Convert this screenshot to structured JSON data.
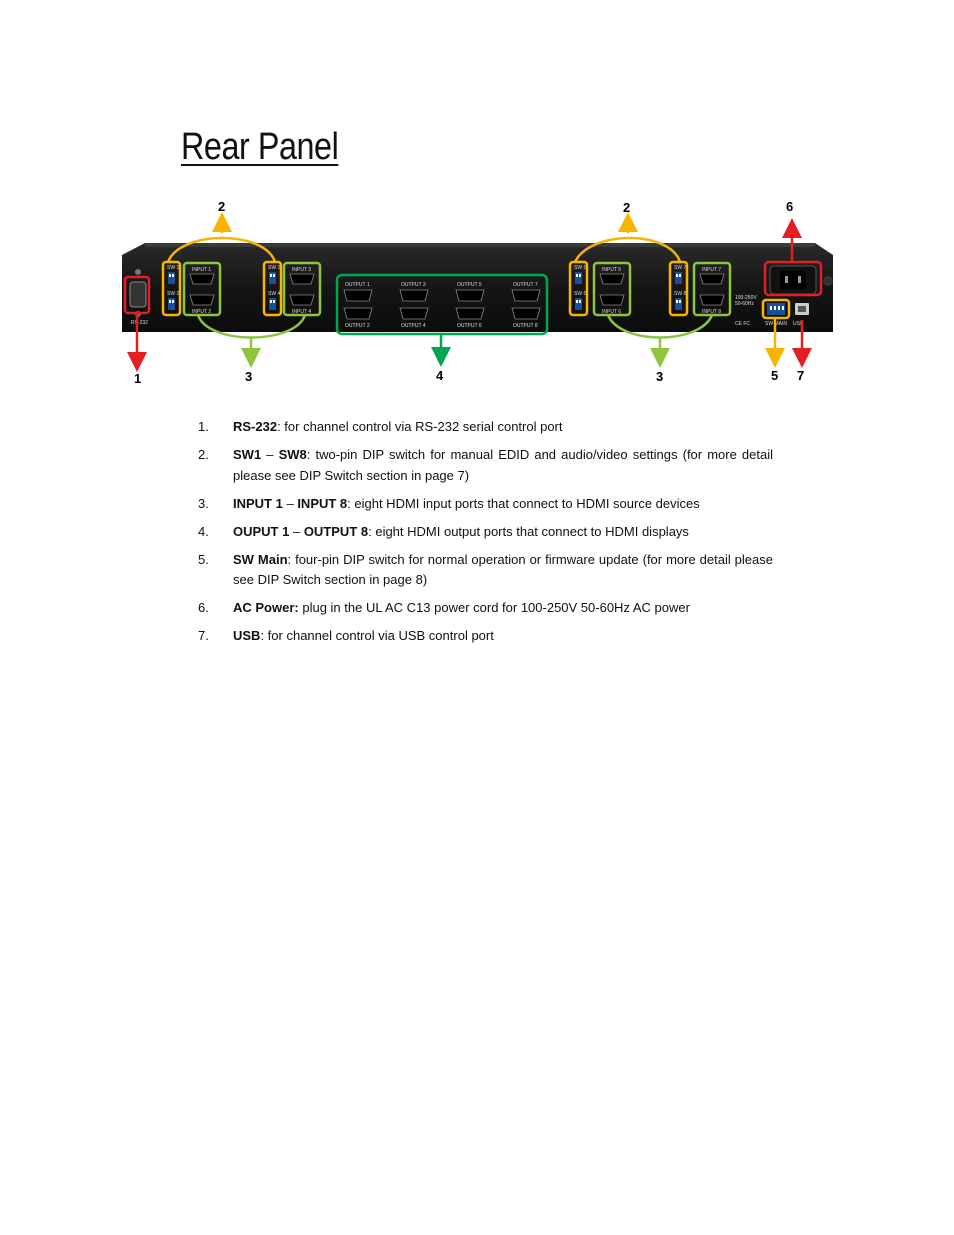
{
  "title": "Rear Panel",
  "figure": {
    "callouts": [
      "1",
      "2",
      "2",
      "3",
      "3",
      "4",
      "5",
      "6",
      "7"
    ],
    "panel_labels": {
      "rs232": "RS-232",
      "sw": [
        "SW 1",
        "SW 2",
        "SW 3",
        "SW 4",
        "SW 5",
        "SW 6",
        "SW 7",
        "SW 8"
      ],
      "inputs": [
        "INPUT 1",
        "INPUT 2",
        "INPUT 3",
        "INPUT 4",
        "INPUT 5",
        "INPUT 6",
        "INPUT 7",
        "INPUT 8"
      ],
      "outputs": [
        "OUTPUT 1",
        "OUTPUT 3",
        "OUTPUT 5",
        "OUTPUT 7",
        "OUTPUT 2",
        "OUTPUT 4",
        "OUTPUT 6",
        "OUTPUT 8"
      ],
      "voltage": "100-250V",
      "frequency": "50-60Hz",
      "sw_main": "SW MAIN",
      "usb": "USB"
    },
    "colors": {
      "red": "#e31e24",
      "orange": "#f7b500",
      "light_green": "#8cc63f",
      "green": "#00a651"
    }
  },
  "items": [
    {
      "num": "1.",
      "bold1": "RS-232",
      "sep": "",
      "bold2": "",
      "text": ": for channel control via RS-232 serial control port"
    },
    {
      "num": "2.",
      "bold1": "SW1",
      "sep": " – ",
      "bold2": "SW8",
      "text": ": two-pin DIP switch for manual EDID and audio/video settings (for more detail please see DIP Switch section in page 7)"
    },
    {
      "num": "3.",
      "bold1": "INPUT 1",
      "sep": " – ",
      "bold2": "INPUT 8",
      "text": ": eight HDMI input ports that connect to HDMI source devices"
    },
    {
      "num": "4.",
      "bold1": "OUPUT 1",
      "sep": " – ",
      "bold2": "OUTPUT 8",
      "text": ": eight HDMI output ports that connect to HDMI displays"
    },
    {
      "num": "5.",
      "bold1": "SW Main",
      "sep": "",
      "bold2": "",
      "text": ": four-pin DIP switch for normal operation or firmware update (for more detail please see DIP Switch section in page 8)"
    },
    {
      "num": "6.",
      "bold1": "AC Power:",
      "sep": "",
      "bold2": "",
      "text": " plug in the UL AC C13 power cord for 100-250V 50-60Hz AC power"
    },
    {
      "num": "7.",
      "bold1": "USB",
      "sep": "",
      "bold2": "",
      "text": ": for channel control via USB control port"
    }
  ]
}
